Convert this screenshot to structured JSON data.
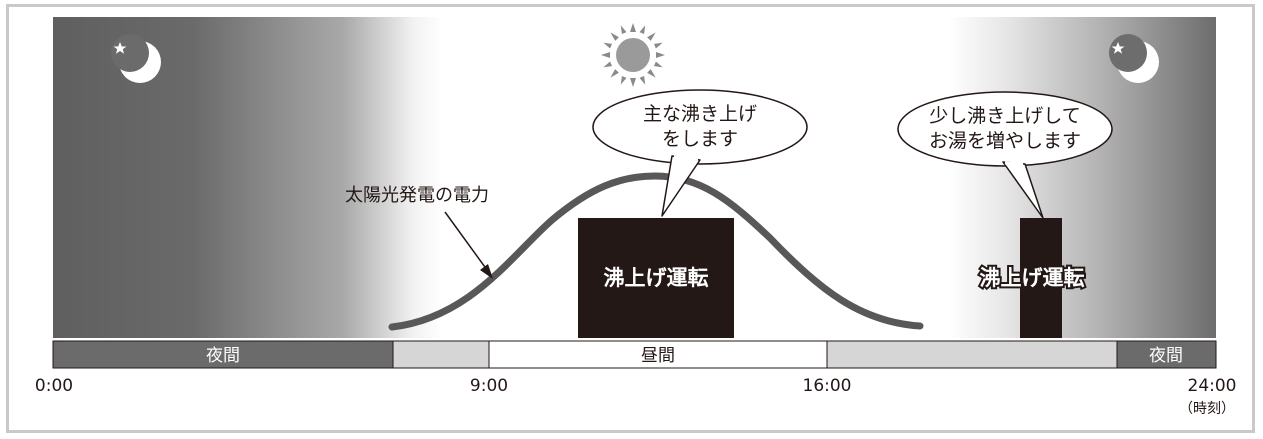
{
  "curve_label": "太陽光発電の電力",
  "bubbles": {
    "main": {
      "line1": "主な沸き上げ",
      "line2": "をします"
    },
    "evening": {
      "line1": "少し沸き上げして",
      "line2": "お湯を増やします"
    }
  },
  "boil_blocks": {
    "main": "沸上げ運転",
    "evening": "沸上げ運転"
  },
  "timeline": {
    "segments": {
      "night_left": "夜間",
      "daytime": "昼間",
      "night_right": "夜間"
    },
    "ticks": [
      "0:00",
      "9:00",
      "16:00",
      "24:00"
    ],
    "unit": "（時刻）"
  },
  "icons": {
    "moon_left": "moon-star-icon",
    "sun": "sun-icon",
    "moon_right": "moon-star-icon"
  },
  "colors": {
    "night_band": "#6b6b6b",
    "twilight_band": "#d6d6d6",
    "day_band": "#ffffff",
    "boil_block": "#231815",
    "curve": "#595757",
    "sun": "#9a9a9a"
  }
}
